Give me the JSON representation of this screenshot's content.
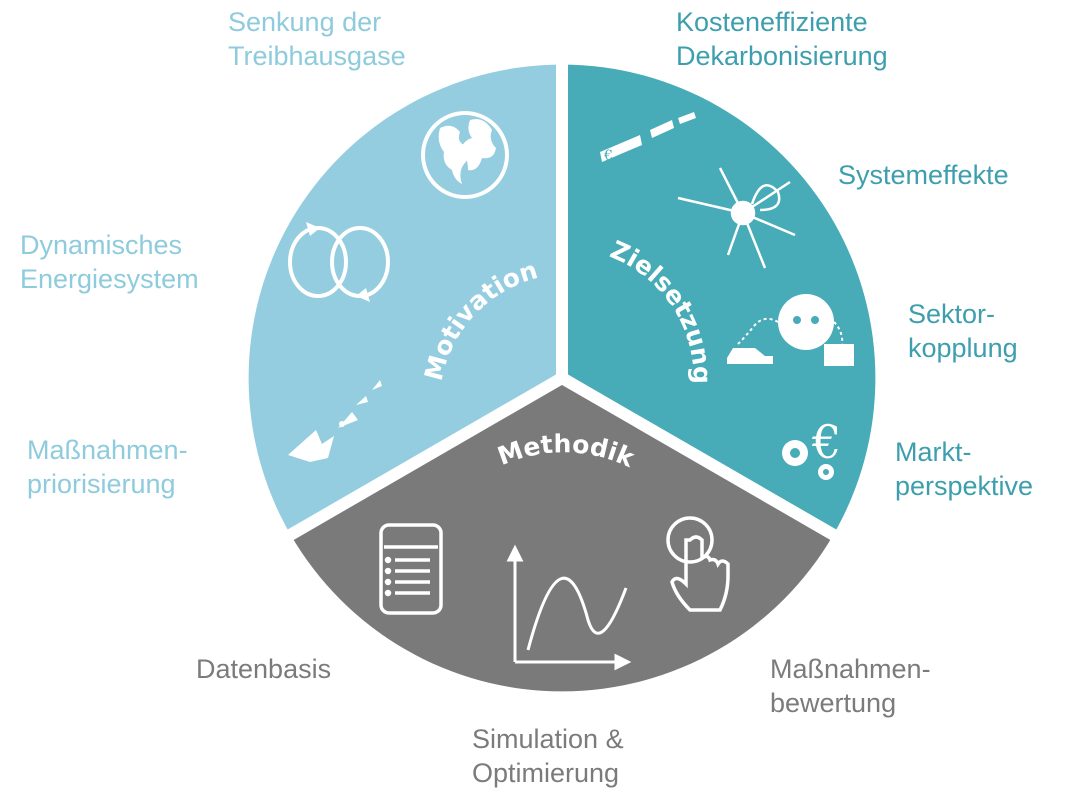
{
  "colors": {
    "motivation": "#93cddf",
    "zielsetzung": "#47abb8",
    "methodik": "#7a7a7a",
    "separator": "#ffffff",
    "label_motivation": "#8ecbdc",
    "label_zielsetzung": "#3d9fae",
    "label_methodik": "#7b7b7b"
  },
  "segments": {
    "motivation": {
      "title": "Motivation",
      "items": [
        {
          "lines": [
            "Senkung der",
            "Treibhausgase"
          ],
          "icon": "globe-icon"
        },
        {
          "lines": [
            "Dynamisches",
            "Energiesystem"
          ],
          "icon": "cycle-arrows-icon"
        },
        {
          "lines": [
            "Maßnahmen-",
            "priorisierung"
          ],
          "icon": "rocket-arrow-icon"
        }
      ]
    },
    "zielsetzung": {
      "title": "Zielsetzung",
      "items": [
        {
          "lines": [
            "Kosteneffiziente",
            "Dekarbonisierung"
          ],
          "icon": "euro-arrow-icon"
        },
        {
          "lines": [
            "Systemeffekte"
          ],
          "icon": "network-effects-icon"
        },
        {
          "lines": [
            "Sektor-",
            "kopplung"
          ],
          "icon": "plug-car-heater-icon"
        },
        {
          "lines": [
            "Markt-",
            "perspektive"
          ],
          "icon": "gears-euro-icon"
        }
      ],
      "euro_symbol": "€"
    },
    "methodik": {
      "title": "Methodik",
      "items": [
        {
          "lines": [
            "Datenbasis"
          ],
          "icon": "list-document-icon"
        },
        {
          "lines": [
            "Simulation &",
            "Optimierung"
          ],
          "icon": "curve-graph-icon"
        },
        {
          "lines": [
            "Maßnahmen-",
            "bewertung"
          ],
          "icon": "hand-click-icon"
        }
      ]
    }
  }
}
